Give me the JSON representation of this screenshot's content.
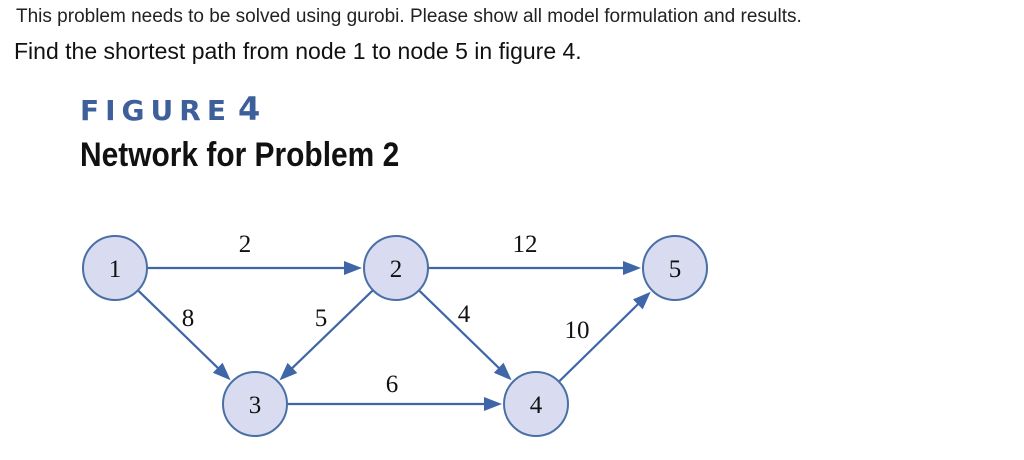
{
  "prompt": {
    "line1": "This problem needs to be solved using gurobi. Please show all model formulation and results.",
    "line2": "Find the shortest path from node 1 to node 5 in figure 4."
  },
  "figure": {
    "label_word": "FIGURE",
    "label_number": "4",
    "title": "Network for Problem 2"
  },
  "network": {
    "node_fill": "#d9dcf0",
    "edge_color": "#3f67a8",
    "nodes": [
      {
        "id": "1",
        "label": "1"
      },
      {
        "id": "2",
        "label": "2"
      },
      {
        "id": "3",
        "label": "3"
      },
      {
        "id": "4",
        "label": "4"
      },
      {
        "id": "5",
        "label": "5"
      }
    ],
    "edges": [
      {
        "from": "1",
        "to": "2",
        "weight": "2"
      },
      {
        "from": "1",
        "to": "3",
        "weight": "8"
      },
      {
        "from": "2",
        "to": "3",
        "weight": "5"
      },
      {
        "from": "2",
        "to": "5",
        "weight": "12"
      },
      {
        "from": "2",
        "to": "4",
        "weight": "4"
      },
      {
        "from": "3",
        "to": "4",
        "weight": "6"
      },
      {
        "from": "4",
        "to": "5",
        "weight": "10"
      }
    ]
  }
}
